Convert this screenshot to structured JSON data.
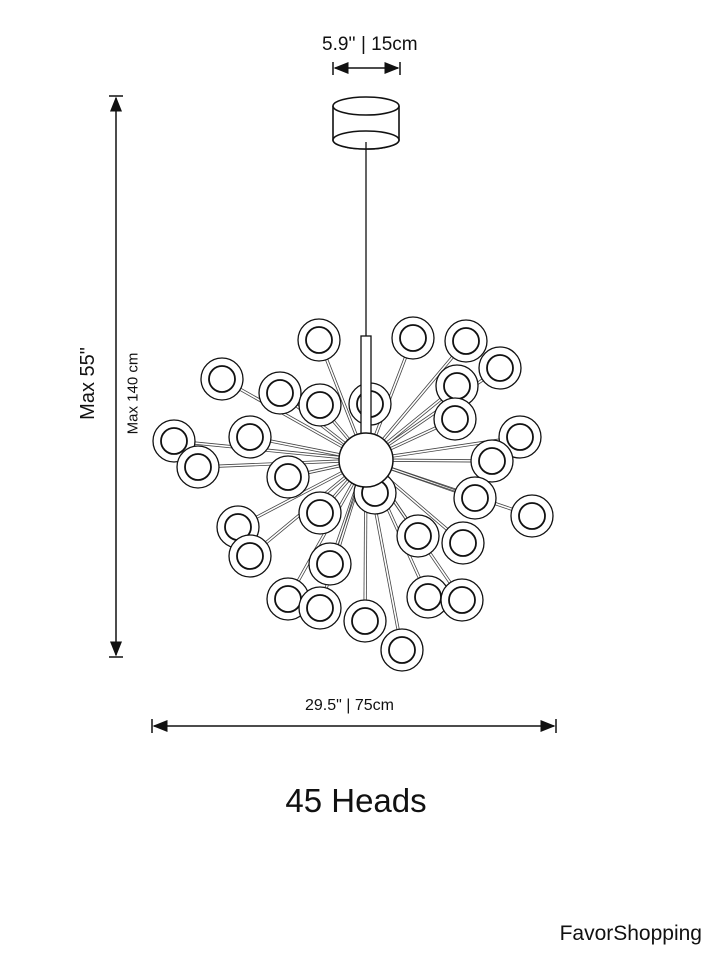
{
  "dimensions": {
    "canopy_width": "5.9'' | 15cm",
    "max_height_in": "Max 55\"",
    "max_height_cm": "Max 140 cm",
    "overall_width": "29.5\" | 75cm"
  },
  "caption": "45 Heads",
  "brand": "FavorShopping"
}
